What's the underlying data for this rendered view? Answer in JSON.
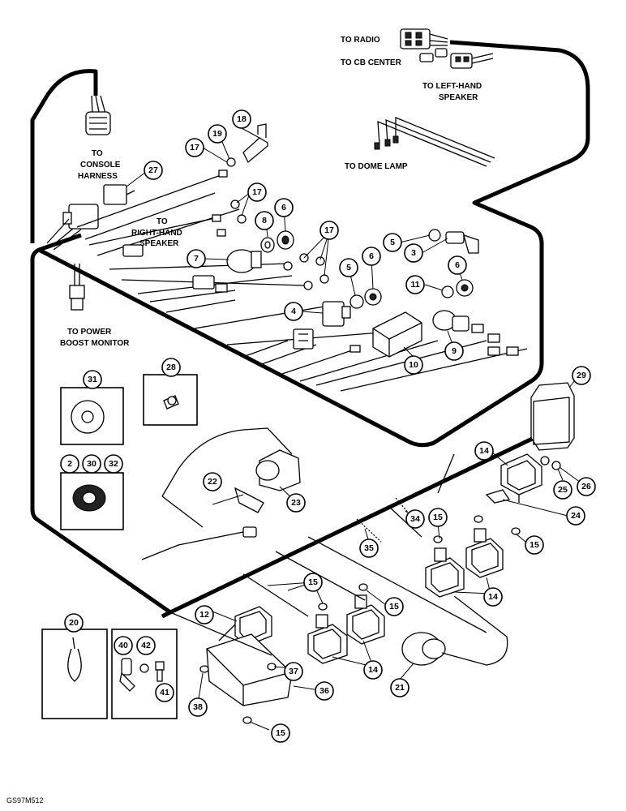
{
  "labels": {
    "to_radio": "TO RADIO",
    "to_cb_center": "TO CB CENTER",
    "to_left_hand_speaker_1": "TO LEFT-HAND",
    "to_left_hand_speaker_2": "SPEAKER",
    "to_dome_lamp": "TO DOME LAMP",
    "to_console_1": "TO",
    "to_console_2": "CONSOLE",
    "to_console_3": "HARNESS",
    "to_right_hand_speaker_1": "TO",
    "to_right_hand_speaker_2": "RIGHT-HAND",
    "to_right_hand_speaker_3": "SPEAKER",
    "to_power_boost_1": "TO POWER",
    "to_power_boost_2": "BOOST MONITOR",
    "figure_code": "GS97M512"
  },
  "callouts": [
    "2",
    "3",
    "4",
    "5",
    "6",
    "7",
    "8",
    "9",
    "10",
    "11",
    "12",
    "14",
    "15",
    "17",
    "18",
    "19",
    "20",
    "21",
    "22",
    "23",
    "24",
    "25",
    "26",
    "27",
    "28",
    "29",
    "30",
    "31",
    "32",
    "34",
    "35",
    "36",
    "37",
    "38",
    "40",
    "41",
    "42"
  ]
}
